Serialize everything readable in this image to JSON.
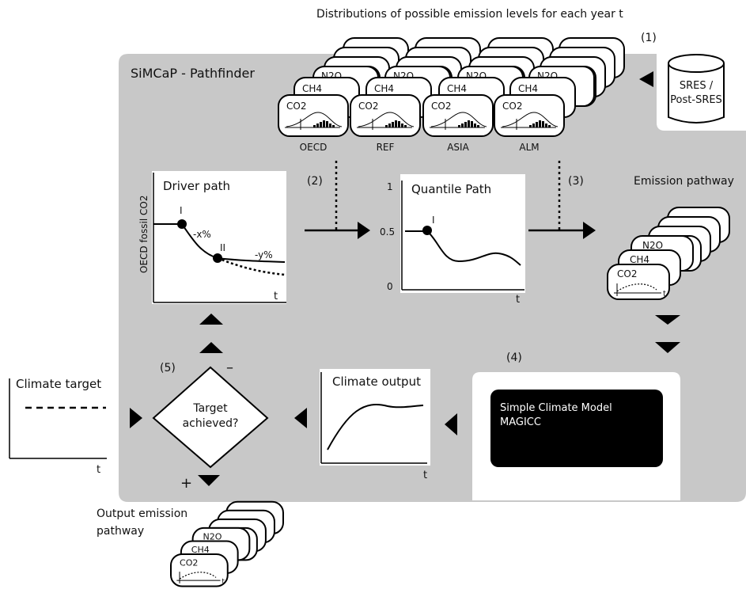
{
  "header": "Distributions of possible emission levels for each year t",
  "panel_title": "SiMCaP - Pathfinder",
  "step_labels": {
    "s1": "(1)",
    "s2": "(2)",
    "s3": "(3)",
    "s4": "(4)",
    "s5": "(5)"
  },
  "database": {
    "line1": "SRES /",
    "line2": "Post-SRES"
  },
  "gases": {
    "co2": "CO2",
    "ch4": "CH4",
    "n2o": "N2O"
  },
  "regions": [
    "OECD",
    "REF",
    "ASIA",
    "ALM"
  ],
  "driver_path": {
    "title": "Driver path",
    "ylabel": "OECD fossil CO2",
    "xlabel": "t",
    "point_i": "I",
    "point_ii": "II",
    "rate_x": "-x%",
    "rate_y": "-y%"
  },
  "quantile_path": {
    "title": "Quantile Path",
    "tick_top": "1",
    "tick_mid": "0.5",
    "tick_bottom": "0",
    "xlabel": "t",
    "point_i": "I"
  },
  "emission_pathway": {
    "title": "Emission pathway",
    "t": "t"
  },
  "climate_model": {
    "line1": "Simple Climate Model",
    "line2": "MAGICC"
  },
  "climate_output": {
    "title": "Climate output",
    "xlabel": "t"
  },
  "decision": {
    "line1": "Target",
    "line2": "achieved?",
    "minus": "–",
    "plus": "+"
  },
  "climate_target": {
    "title": "Climate target",
    "xlabel": "t"
  },
  "output_pathway": {
    "line1": "Output emission",
    "line2": "pathway",
    "t": "t"
  },
  "colors": {
    "panel": "#c8c8c8",
    "black": "#000000",
    "white": "#ffffff"
  }
}
